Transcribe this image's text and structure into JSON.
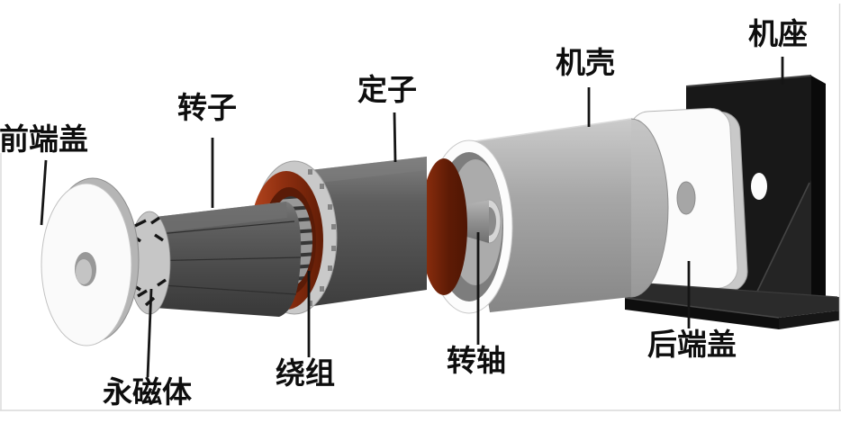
{
  "labels": {
    "front_end_cover": "前端盖",
    "rotor": "转子",
    "stator": "定子",
    "casing": "机壳",
    "base": "机座",
    "permanent_magnet": "永磁体",
    "winding": "绕组",
    "shaft": "转轴",
    "rear_end_cover": "后端盖"
  },
  "colors": {
    "background": "#ffffff",
    "label_text": "#0e0e0e",
    "leader_line": "#151515",
    "winding_red_bright": "#b5461f",
    "winding_red_dark": "#5e1b05",
    "rotor_gray": "#4c4c4c",
    "stator_gray": "#5d5d5d",
    "casing_gray": "#a6a6a6",
    "cover_white": "#fafafa",
    "base_black": "#181818",
    "frame_border": "#d9d9d9"
  }
}
